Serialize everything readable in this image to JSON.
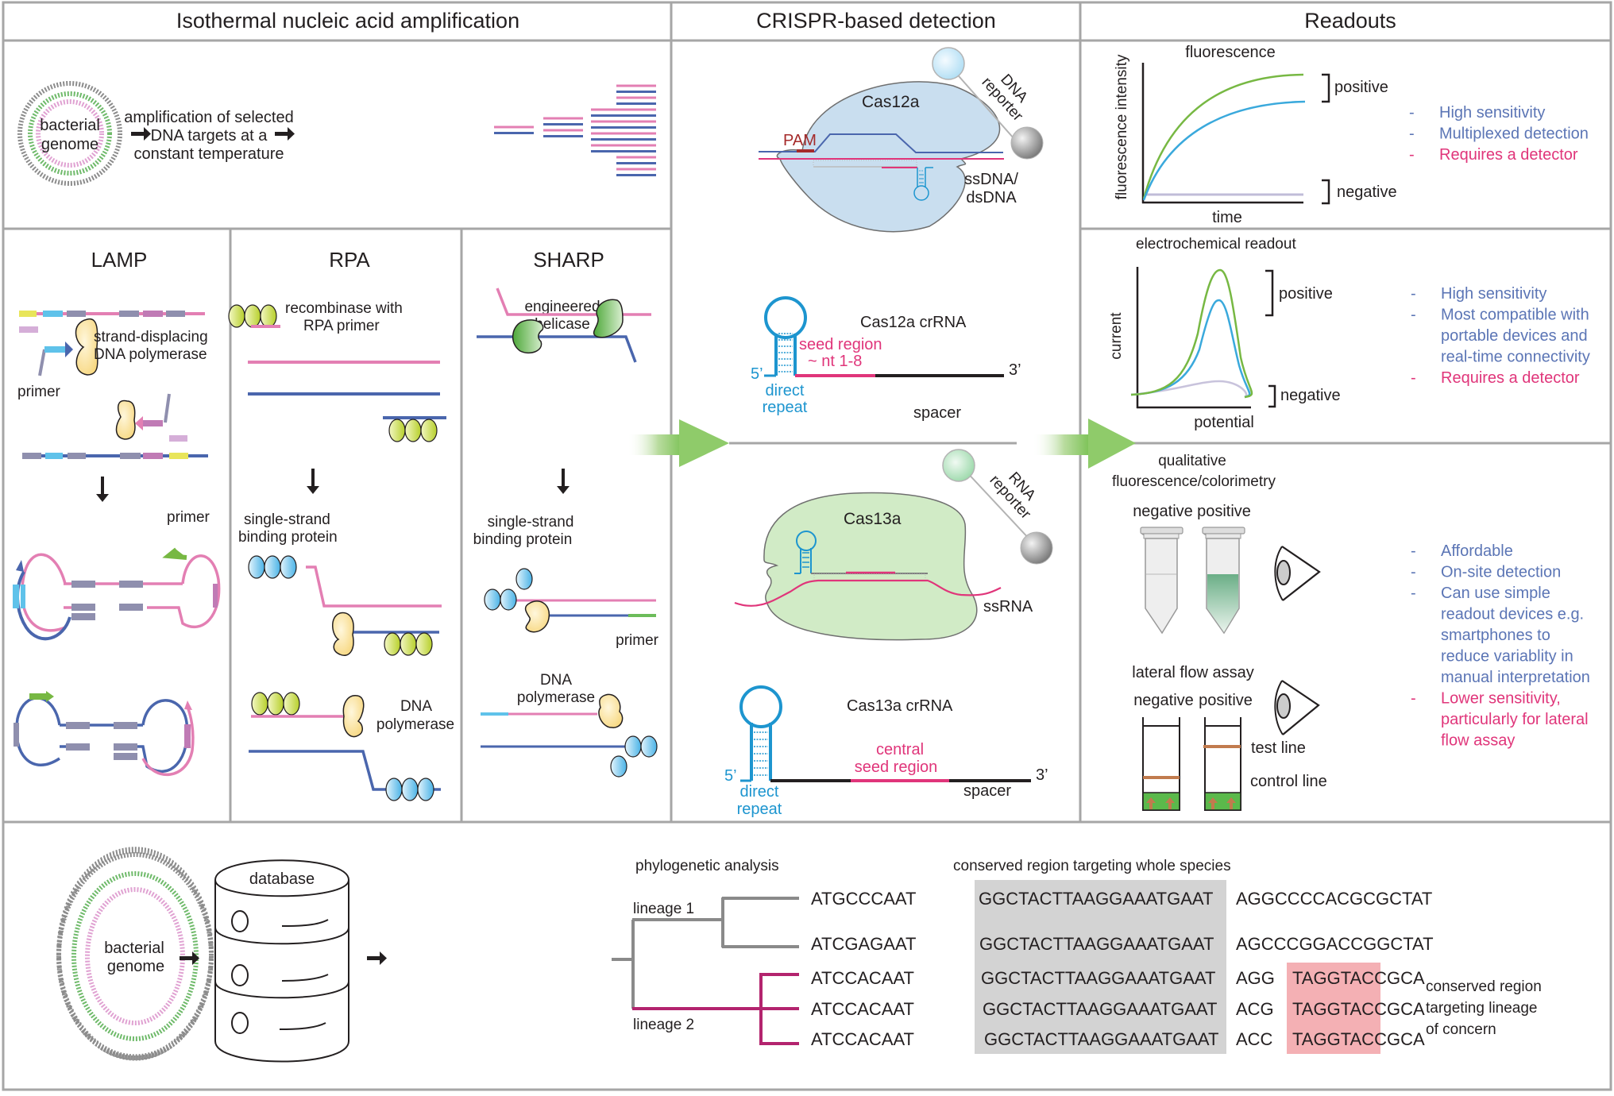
{
  "panels": {
    "amplification": {
      "title": "Isothermal nucleic acid amplification",
      "genome_label": [
        "bacterial",
        "genome"
      ],
      "description": [
        "amplification of selected",
        "DNA targets at a",
        "constant temperature"
      ],
      "methods": {
        "lamp": {
          "title": "LAMP",
          "polymerase_label": [
            "strand-displacing",
            "DNA polymerase"
          ],
          "primer_label_1": "primer",
          "primer_label_2": "primer"
        },
        "rpa": {
          "title": "RPA",
          "recombinase_label": [
            "recombinase with",
            "RPA primer"
          ],
          "ssb_label": [
            "single-strand",
            "binding protein"
          ],
          "polymerase_label": [
            "DNA",
            "polymerase"
          ]
        },
        "sharp": {
          "title": "SHARP",
          "helicase_label": [
            "engineered",
            "helicase"
          ],
          "ssb_label": [
            "single-strand",
            "binding protein"
          ],
          "primer_label": "primer",
          "polymerase_label": [
            "DNA",
            "polymerase"
          ]
        }
      }
    },
    "crispr": {
      "title": "CRISPR-based detection",
      "cas12a": {
        "protein_label": "Cas12a",
        "pam_label": "PAM",
        "reporter_label": [
          "DNA",
          "reporter"
        ],
        "target_label": [
          "ssDNA/",
          "dsDNA"
        ],
        "crrna_title": "Cas12a crRNA",
        "seed_label": [
          "seed region",
          "~ nt 1-8"
        ],
        "five_prime": "5’",
        "three_prime": "3’",
        "direct_repeat_label": [
          "direct",
          "repeat"
        ],
        "spacer_label": "spacer"
      },
      "cas13a": {
        "protein_label": "Cas13a",
        "reporter_label": [
          "RNA",
          "reporter"
        ],
        "target_label": "ssRNA",
        "crrna_title": "Cas13a crRNA",
        "seed_label": [
          "central",
          "seed region"
        ],
        "five_prime": "5’",
        "three_prime": "3’",
        "direct_repeat_label": [
          "direct",
          "repeat"
        ],
        "spacer_label": "spacer"
      }
    },
    "readouts": {
      "title": "Readouts",
      "fluorescence": {
        "title": "fluorescence",
        "y_axis": "fluorescence intensity",
        "x_axis": "time",
        "positive_label": "positive",
        "negative_label": "negative",
        "pros": [
          "High sensitivity",
          "Multiplexed detection"
        ],
        "cons": [
          "Requires a detector"
        ]
      },
      "electrochemical": {
        "title": "electrochemical readout",
        "y_axis": "current",
        "x_axis": "potential",
        "positive_label": "positive",
        "negative_label": "negative",
        "pros": [
          [
            "High sensitivity"
          ],
          [
            "Most compatible with",
            "portable devices and",
            "real-time connectivity"
          ]
        ],
        "cons": [
          "Requires a detector"
        ]
      },
      "visual": {
        "title": [
          "qualitative",
          "fluorescence/colorimetry"
        ],
        "tube_negative": "negative",
        "tube_positive": "positive",
        "lfa_title": "lateral flow assay",
        "lfa_negative": "negative",
        "lfa_positive": "positive",
        "test_line_label": "test line",
        "control_line_label": "control line",
        "pros": [
          [
            "Affordable"
          ],
          [
            "On-site detection"
          ],
          [
            "Can use simple",
            "readout devices e.g.",
            "smartphones to",
            "reduce variablity in",
            "manual interpretation"
          ]
        ],
        "cons": [
          [
            "Lower sensitivity,",
            "particularly for lateral",
            "flow assay"
          ]
        ]
      }
    },
    "bioinformatics": {
      "genome_label": [
        "bacterial",
        "genome"
      ],
      "database_label": "database",
      "phylo_title": "phylogenetic analysis",
      "conserved_species_title": "conserved region targeting whole species",
      "lineage_1": "lineage 1",
      "lineage_2": "lineage 2",
      "conserved_lineage_label": [
        "conserved region",
        "targeting lineage",
        "of concern"
      ],
      "sequences": [
        {
          "prefix": "ATGCCCAAT",
          "conserved": "GGCTACTTAAGGAAATGAAT",
          "suffix": "AGGCCCCACGCGCTAT",
          "lineage": 1
        },
        {
          "prefix": "ATCGAGAAT",
          "conserved": "GGCTACTTAAGGAAATGAAT",
          "suffix": "AGCCCGGACCGGCTAT",
          "lineage": 1
        },
        {
          "prefix": "ATCCACAAT",
          "conserved": "GGCTACTTAAGGAAATGAAT",
          "suffix": "AGG",
          "lineage_target": "TAGGTACCGCA",
          "lineage": 2
        },
        {
          "prefix": "ATCCACAAT",
          "conserved": "GGCTACTTAAGGAAATGAAT",
          "suffix": "ACG",
          "lineage_target": "TAGGTACCGCA",
          "lineage": 2
        },
        {
          "prefix": "ATCCACAAT",
          "conserved": "GGCTACTTAAGGAAATGAAT",
          "suffix": "ACC",
          "lineage_target": "TAGGTACCGCA",
          "lineage": 2
        }
      ]
    }
  },
  "colors": {
    "border": "#a6a6a6",
    "pro_text": "#5b75b5",
    "con_text": "#e0357a",
    "pink_strand": "#e37fb3",
    "blue_strand": "#4a66ad",
    "green_curve": "#77b843",
    "blue_curve": "#3aa9dc",
    "negative_curve": "#c0bcd8",
    "lineage_1": "#8a8a8a",
    "lineage_2": "#b3246e",
    "conserved_species_bg": "#d3d3d3",
    "conserved_lineage_bg": "#f4b0b4",
    "crrna_repeat": "#1d95cf",
    "seed": "#e0357a"
  }
}
